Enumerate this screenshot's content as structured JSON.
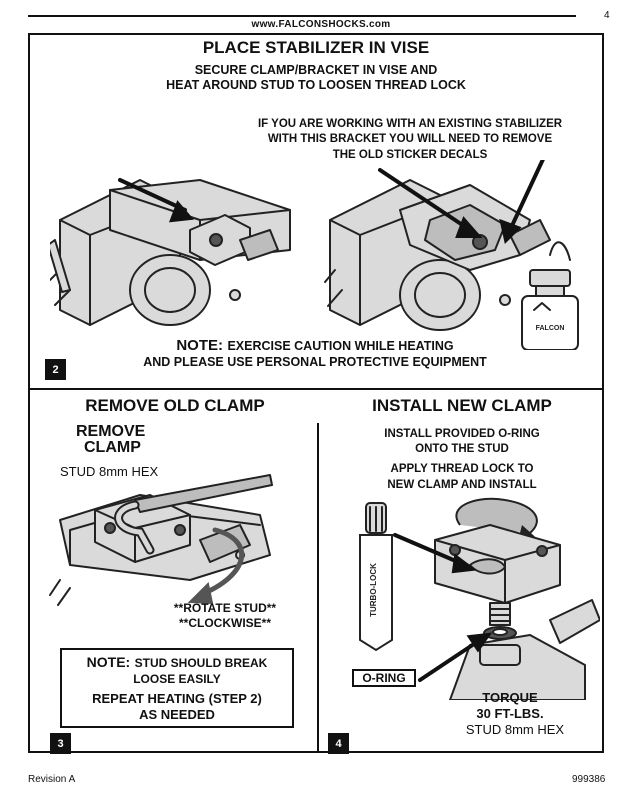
{
  "header": {
    "website": "www.FALCONSHOCKS.com",
    "page_number": "4"
  },
  "step2": {
    "number": "2",
    "title": "PLACE STABILIZER IN VISE",
    "subtitle_line1": "SECURE CLAMP/BRACKET IN VISE AND",
    "subtitle_line2": "HEAT AROUND STUD TO LOOSEN THREAD LOCK",
    "callout_line1": "IF YOU ARE WORKING WITH AN EXISTING STABILIZER",
    "callout_line2": "WITH THIS BRACKET YOU WILL NEED TO REMOVE",
    "callout_line3": "THE OLD STICKER DECALS",
    "torch_label": "FALCON",
    "note_label": "NOTE:",
    "note_line1": "EXERCISE CAUTION WHILE HEATING",
    "note_line2": "AND PLEASE USE PERSONAL PROTECTIVE EQUIPMENT"
  },
  "step3": {
    "number": "3",
    "title": "REMOVE OLD CLAMP",
    "label_line1": "REMOVE",
    "label_line2": "CLAMP",
    "stud_label": "STUD 8mm HEX",
    "rotate_line1": "**ROTATE STUD**",
    "rotate_line2": "**CLOCKWISE**",
    "note_label": "NOTE:",
    "note_line1": "STUD SHOULD BREAK",
    "note_line2": "LOOSE EASILY",
    "note_line3": "REPEAT HEATING (STEP 2)",
    "note_line4": "AS NEEDED"
  },
  "step4": {
    "number": "4",
    "title": "INSTALL NEW CLAMP",
    "line1": "INSTALL PROVIDED O-RING",
    "line2": "ONTO THE STUD",
    "line3": "APPLY THREAD LOCK TO",
    "line4": "NEW CLAMP AND INSTALL",
    "bottle_label": "TURBO-LOCK",
    "oring_label": "O-RING",
    "torque_line1": "TORQUE",
    "torque_line2": "30 FT-LBS.",
    "stud_label": "STUD 8mm HEX"
  },
  "footer": {
    "revision": "Revision A",
    "part_number": "999386"
  }
}
